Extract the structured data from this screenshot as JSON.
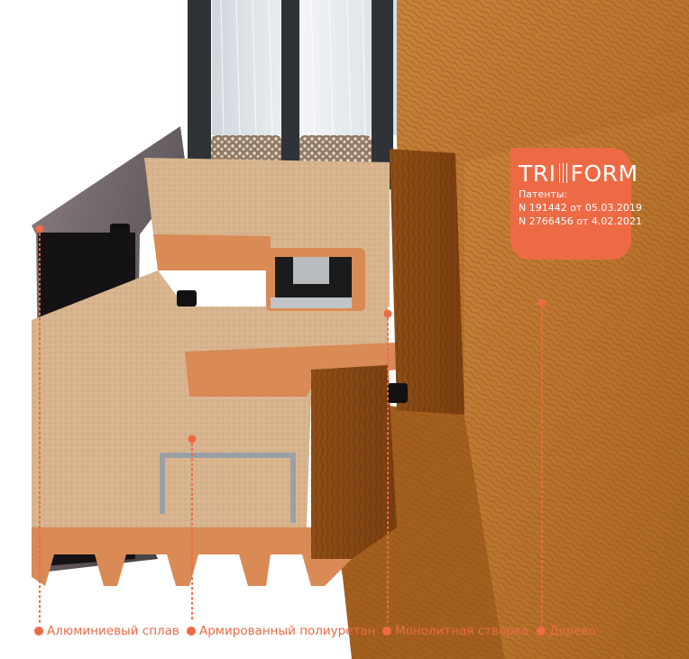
{
  "badge": {
    "brand_left": "TRI",
    "brand_right": "FORM",
    "patents_title": "Патенты:",
    "patent_1": "N 191442 от 05.03.2019",
    "patent_2": "N 2766456 от 4.02.2021"
  },
  "labels": [
    {
      "text": "Алюминиевый сплав"
    },
    {
      "text": "Армированный полиуретан"
    },
    {
      "text": "Монолитная створка"
    },
    {
      "text": "Дерево"
    }
  ],
  "colors": {
    "accent": "#ee6a45",
    "wood": "#a8651f",
    "polyurethane": "#d8b590",
    "frame_orange": "#d98c58",
    "aluminum": "#4a4448"
  }
}
